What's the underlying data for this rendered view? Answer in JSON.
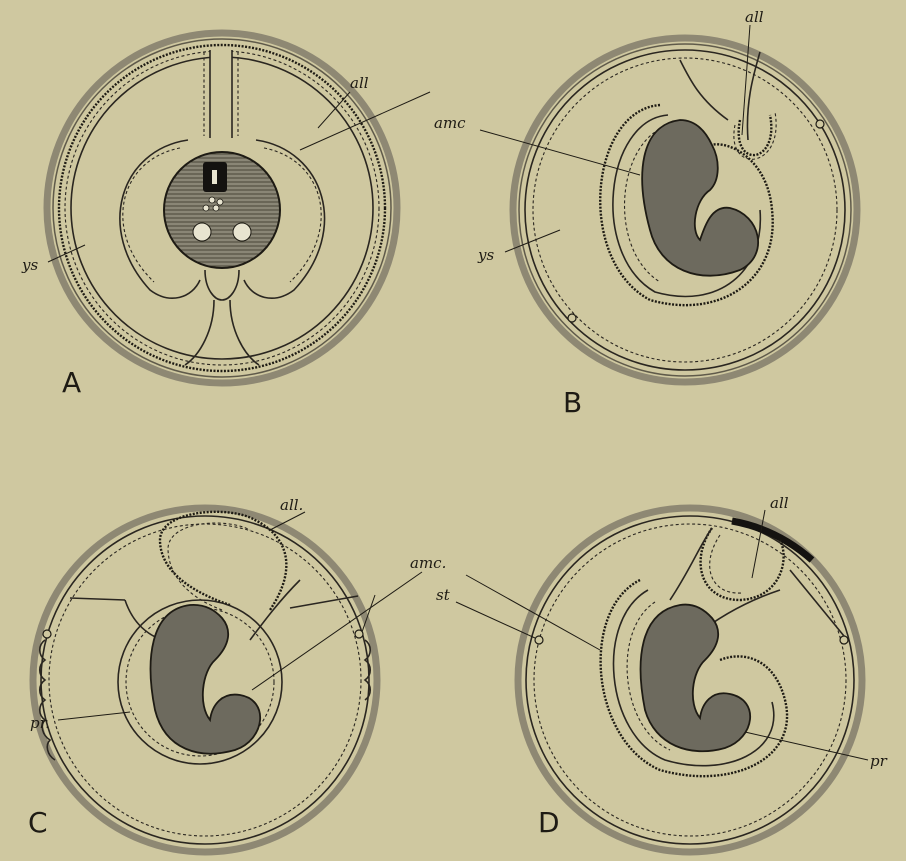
{
  "figure": {
    "panels": [
      {
        "id": "A",
        "letter": "A"
      },
      {
        "id": "B",
        "letter": "B"
      },
      {
        "id": "C",
        "letter": "C"
      },
      {
        "id": "D",
        "letter": "D"
      }
    ],
    "labels": {
      "all": "all",
      "all_dot": "all.",
      "amc": "amc",
      "amc_dot": "amc.",
      "ys": "ys",
      "st": "st",
      "pr": "pr",
      "pr_dot": "pr."
    }
  }
}
